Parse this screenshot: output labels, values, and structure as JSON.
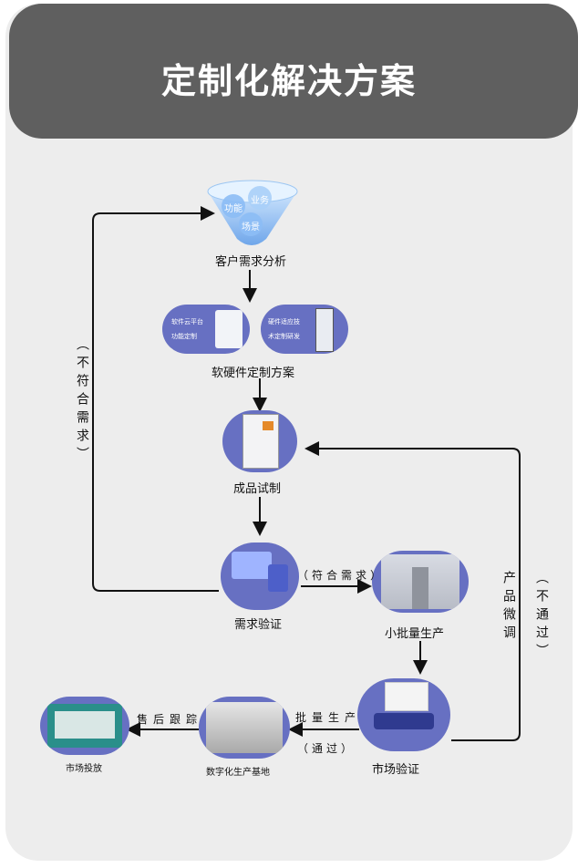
{
  "title": "定制化解决方案",
  "funnel": {
    "words": [
      "功能",
      "业务",
      "场景"
    ],
    "label": "客户需求分析"
  },
  "custom": {
    "left_lines": [
      "软件云平台",
      "功能定制"
    ],
    "right_lines": [
      "硬件适应技",
      "术定制研发"
    ],
    "label": "软硬件定制方案"
  },
  "trial": {
    "label": "成品试制"
  },
  "verify": {
    "label": "需求验证"
  },
  "small_batch": {
    "label": "小批量生产"
  },
  "market_verify": {
    "label": "市场验证"
  },
  "digital_base": {
    "label": "数字化生产基地"
  },
  "market_launch": {
    "label": "市场投放"
  },
  "arrows": {
    "left_loop": "（不符合需求）",
    "meets": "（符合需求）",
    "right_loop_a": "产品微调",
    "right_loop_b": "（不通过）",
    "batch": "批量生产",
    "pass": "（通过）",
    "after_sales": "售后跟踪"
  },
  "colors": {
    "header": "#5f5f5f",
    "background": "#ededed",
    "node": "#6770c2",
    "funnel": "#7fb3f0"
  }
}
